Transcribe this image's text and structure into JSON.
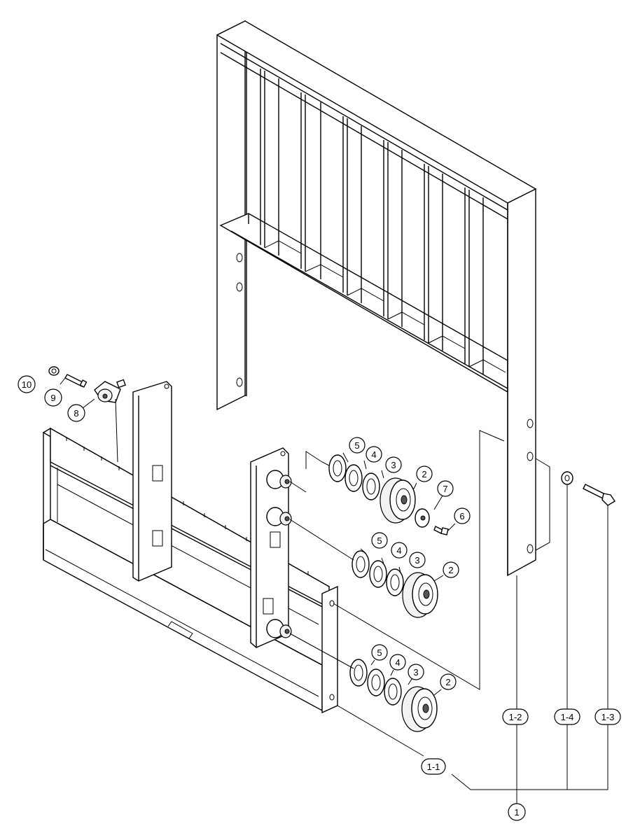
{
  "diagram": {
    "callouts": {
      "c1": "1",
      "c1_1": "1-1",
      "c1_2": "1-2",
      "c1_3": "1-3",
      "c1_4": "1-4",
      "c2a": "2",
      "c2b": "2",
      "c2c": "2",
      "c3a": "3",
      "c3b": "3",
      "c3c": "3",
      "c4a": "4",
      "c4b": "4",
      "c4c": "4",
      "c5a": "5",
      "c5b": "5",
      "c5c": "5",
      "c6": "6",
      "c7": "7",
      "c8": "8",
      "c9": "9",
      "c10": "10"
    }
  }
}
